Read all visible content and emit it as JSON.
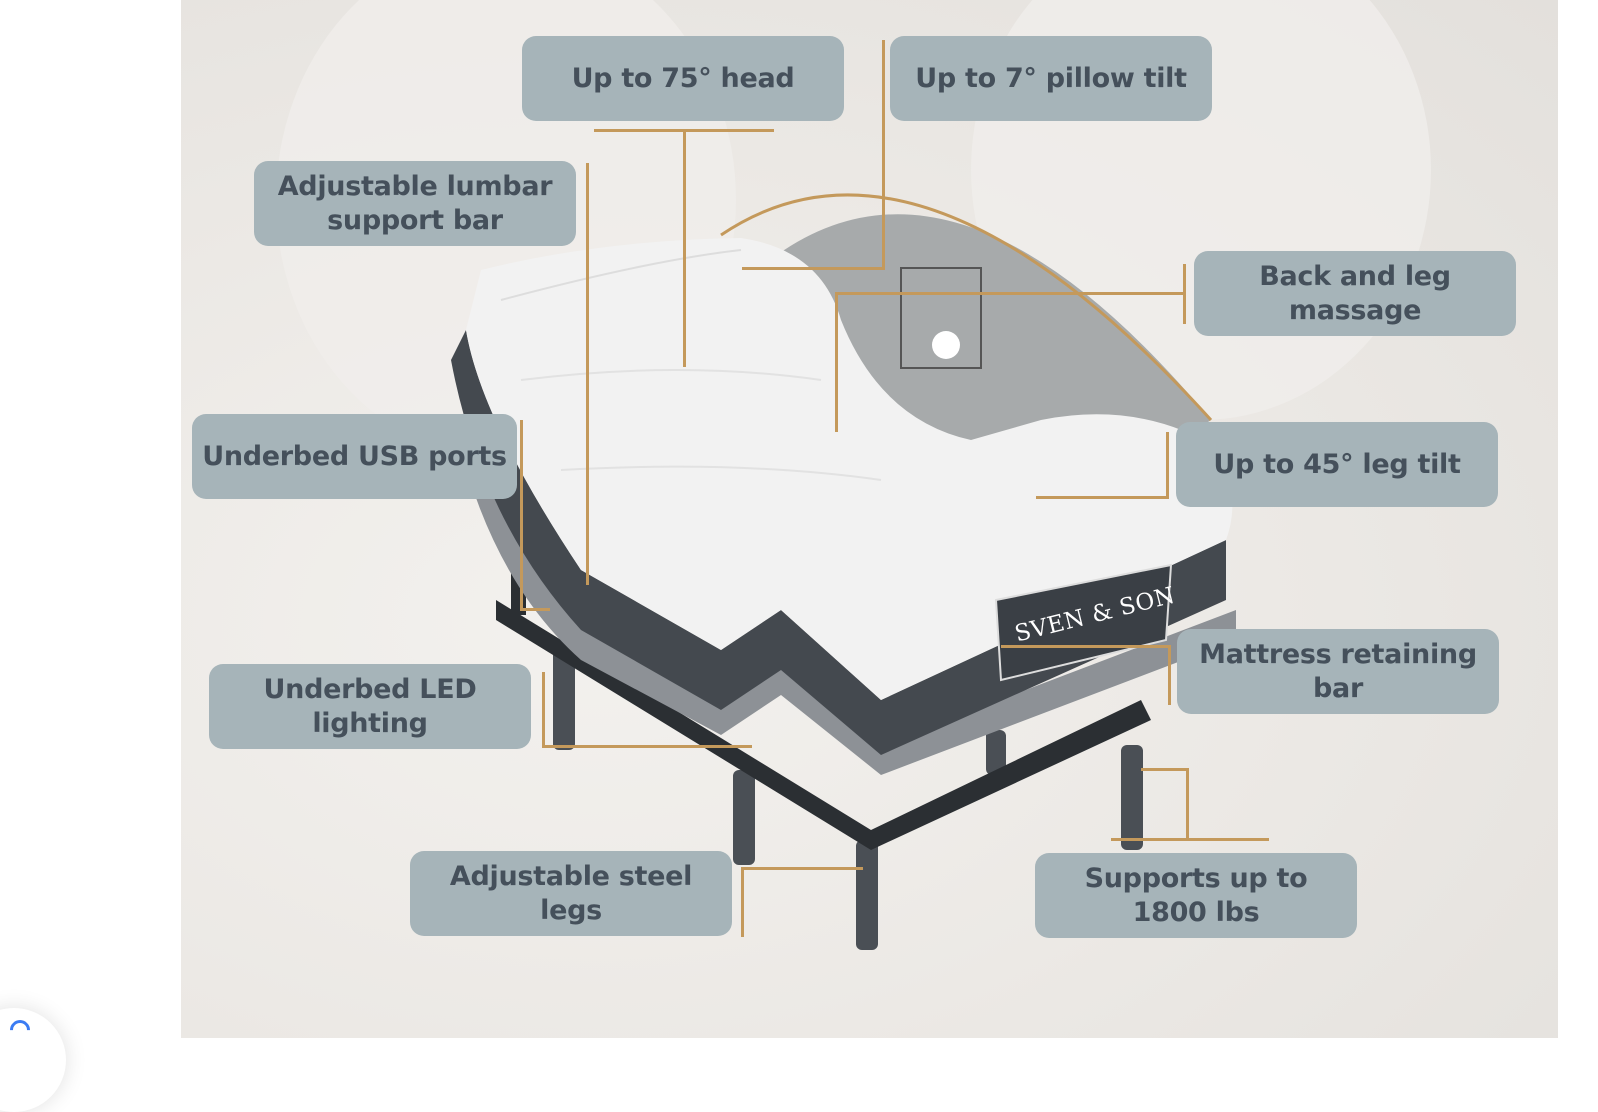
{
  "image": {
    "alt": "Sven & Son adjustable bed base with mattress, feature callouts",
    "brand_label": "SVEN & SON",
    "callouts": [
      {
        "id": "head",
        "label": "Up to 75° head"
      },
      {
        "id": "pillow",
        "label": "Up to 7° pillow tilt"
      },
      {
        "id": "lumbar",
        "label": "Adjustable lumbar\nsupport bar"
      },
      {
        "id": "massage",
        "label": "Back and leg\nmassage"
      },
      {
        "id": "usb",
        "label": "Underbed USB ports"
      },
      {
        "id": "leg-tilt",
        "label": "Up to 45° leg tilt"
      },
      {
        "id": "led",
        "label": "Underbed LED\nlighting"
      },
      {
        "id": "retaining-bar",
        "label": "Mattress retaining\nbar"
      },
      {
        "id": "legs",
        "label": "Adjustable steel legs"
      },
      {
        "id": "capacity",
        "label": "Supports up to\n1800 lbs"
      }
    ],
    "colors": {
      "label_bg": "#a6b4b9",
      "label_text": "#45505b",
      "callout_line": "#c4995b"
    }
  },
  "floating_button": {
    "icon": "assistant-icon"
  }
}
